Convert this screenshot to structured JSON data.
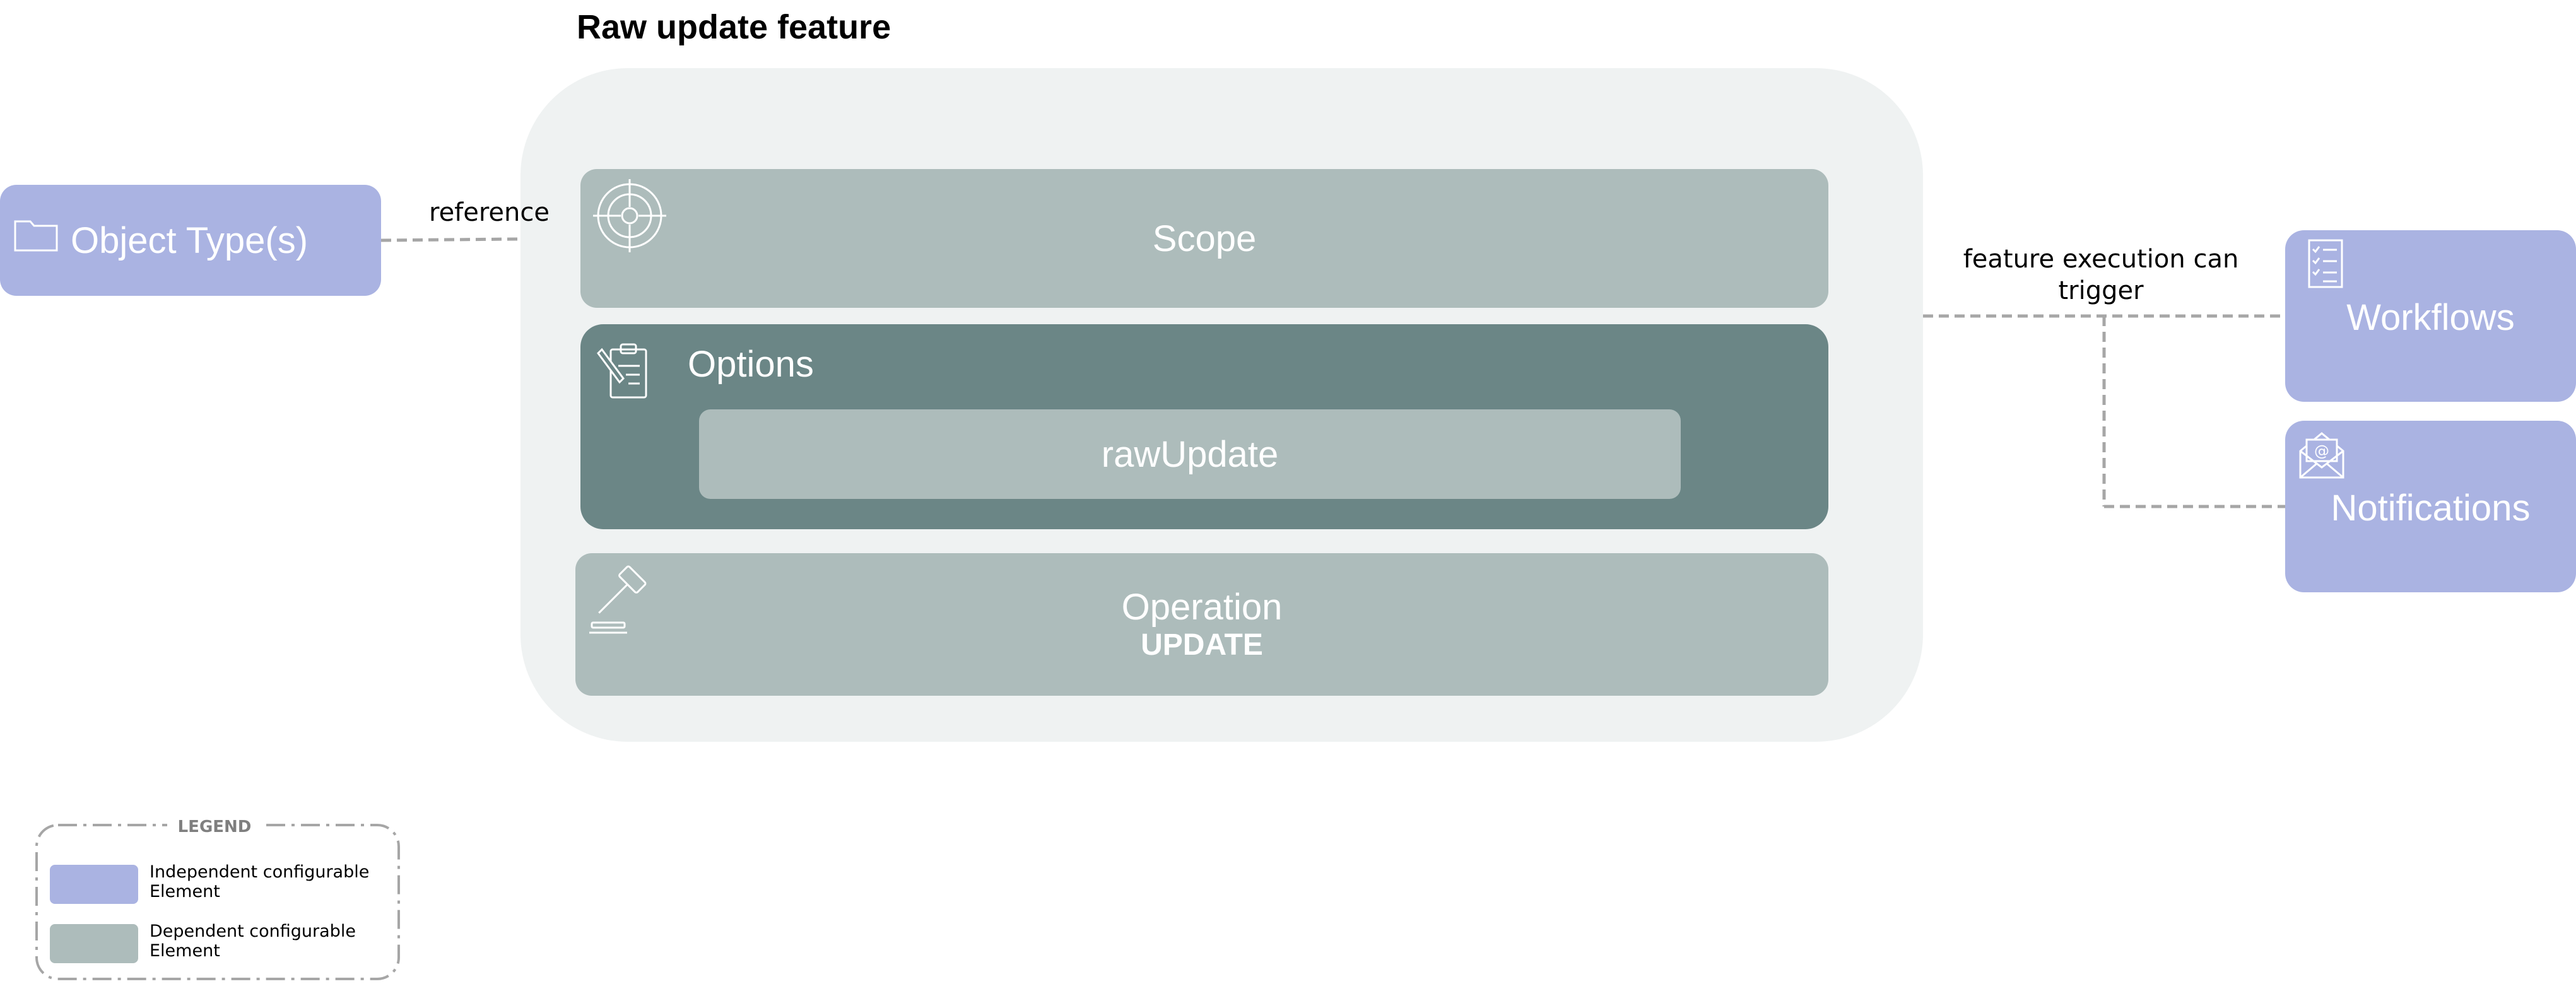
{
  "title": "Raw update feature",
  "object_types": {
    "label": "Object Type(s)"
  },
  "edge_reference": "reference",
  "scope": {
    "label": "Scope"
  },
  "options": {
    "label": "Options",
    "inner_label": "rawUpdate"
  },
  "operation": {
    "label": "Operation",
    "value": "UPDATE"
  },
  "edge_trigger": {
    "line1": "feature execution can",
    "line2": "trigger"
  },
  "workflows": {
    "label": "Workflows"
  },
  "notifications": {
    "label": "Notifications"
  },
  "legend": {
    "title": "LEGEND",
    "independent": {
      "line1": "Independent configurable",
      "line2": "Element",
      "color": "#aab3e2"
    },
    "dependent": {
      "line1": "Dependent configurable",
      "line2": "Element",
      "color": "#adbcbb"
    }
  },
  "colors": {
    "independent": "#aab3e2",
    "dependent": "#adbcbb",
    "dependent_dark": "#6b8686",
    "container": "#eff2f2",
    "connector": "#a6a6a6"
  }
}
